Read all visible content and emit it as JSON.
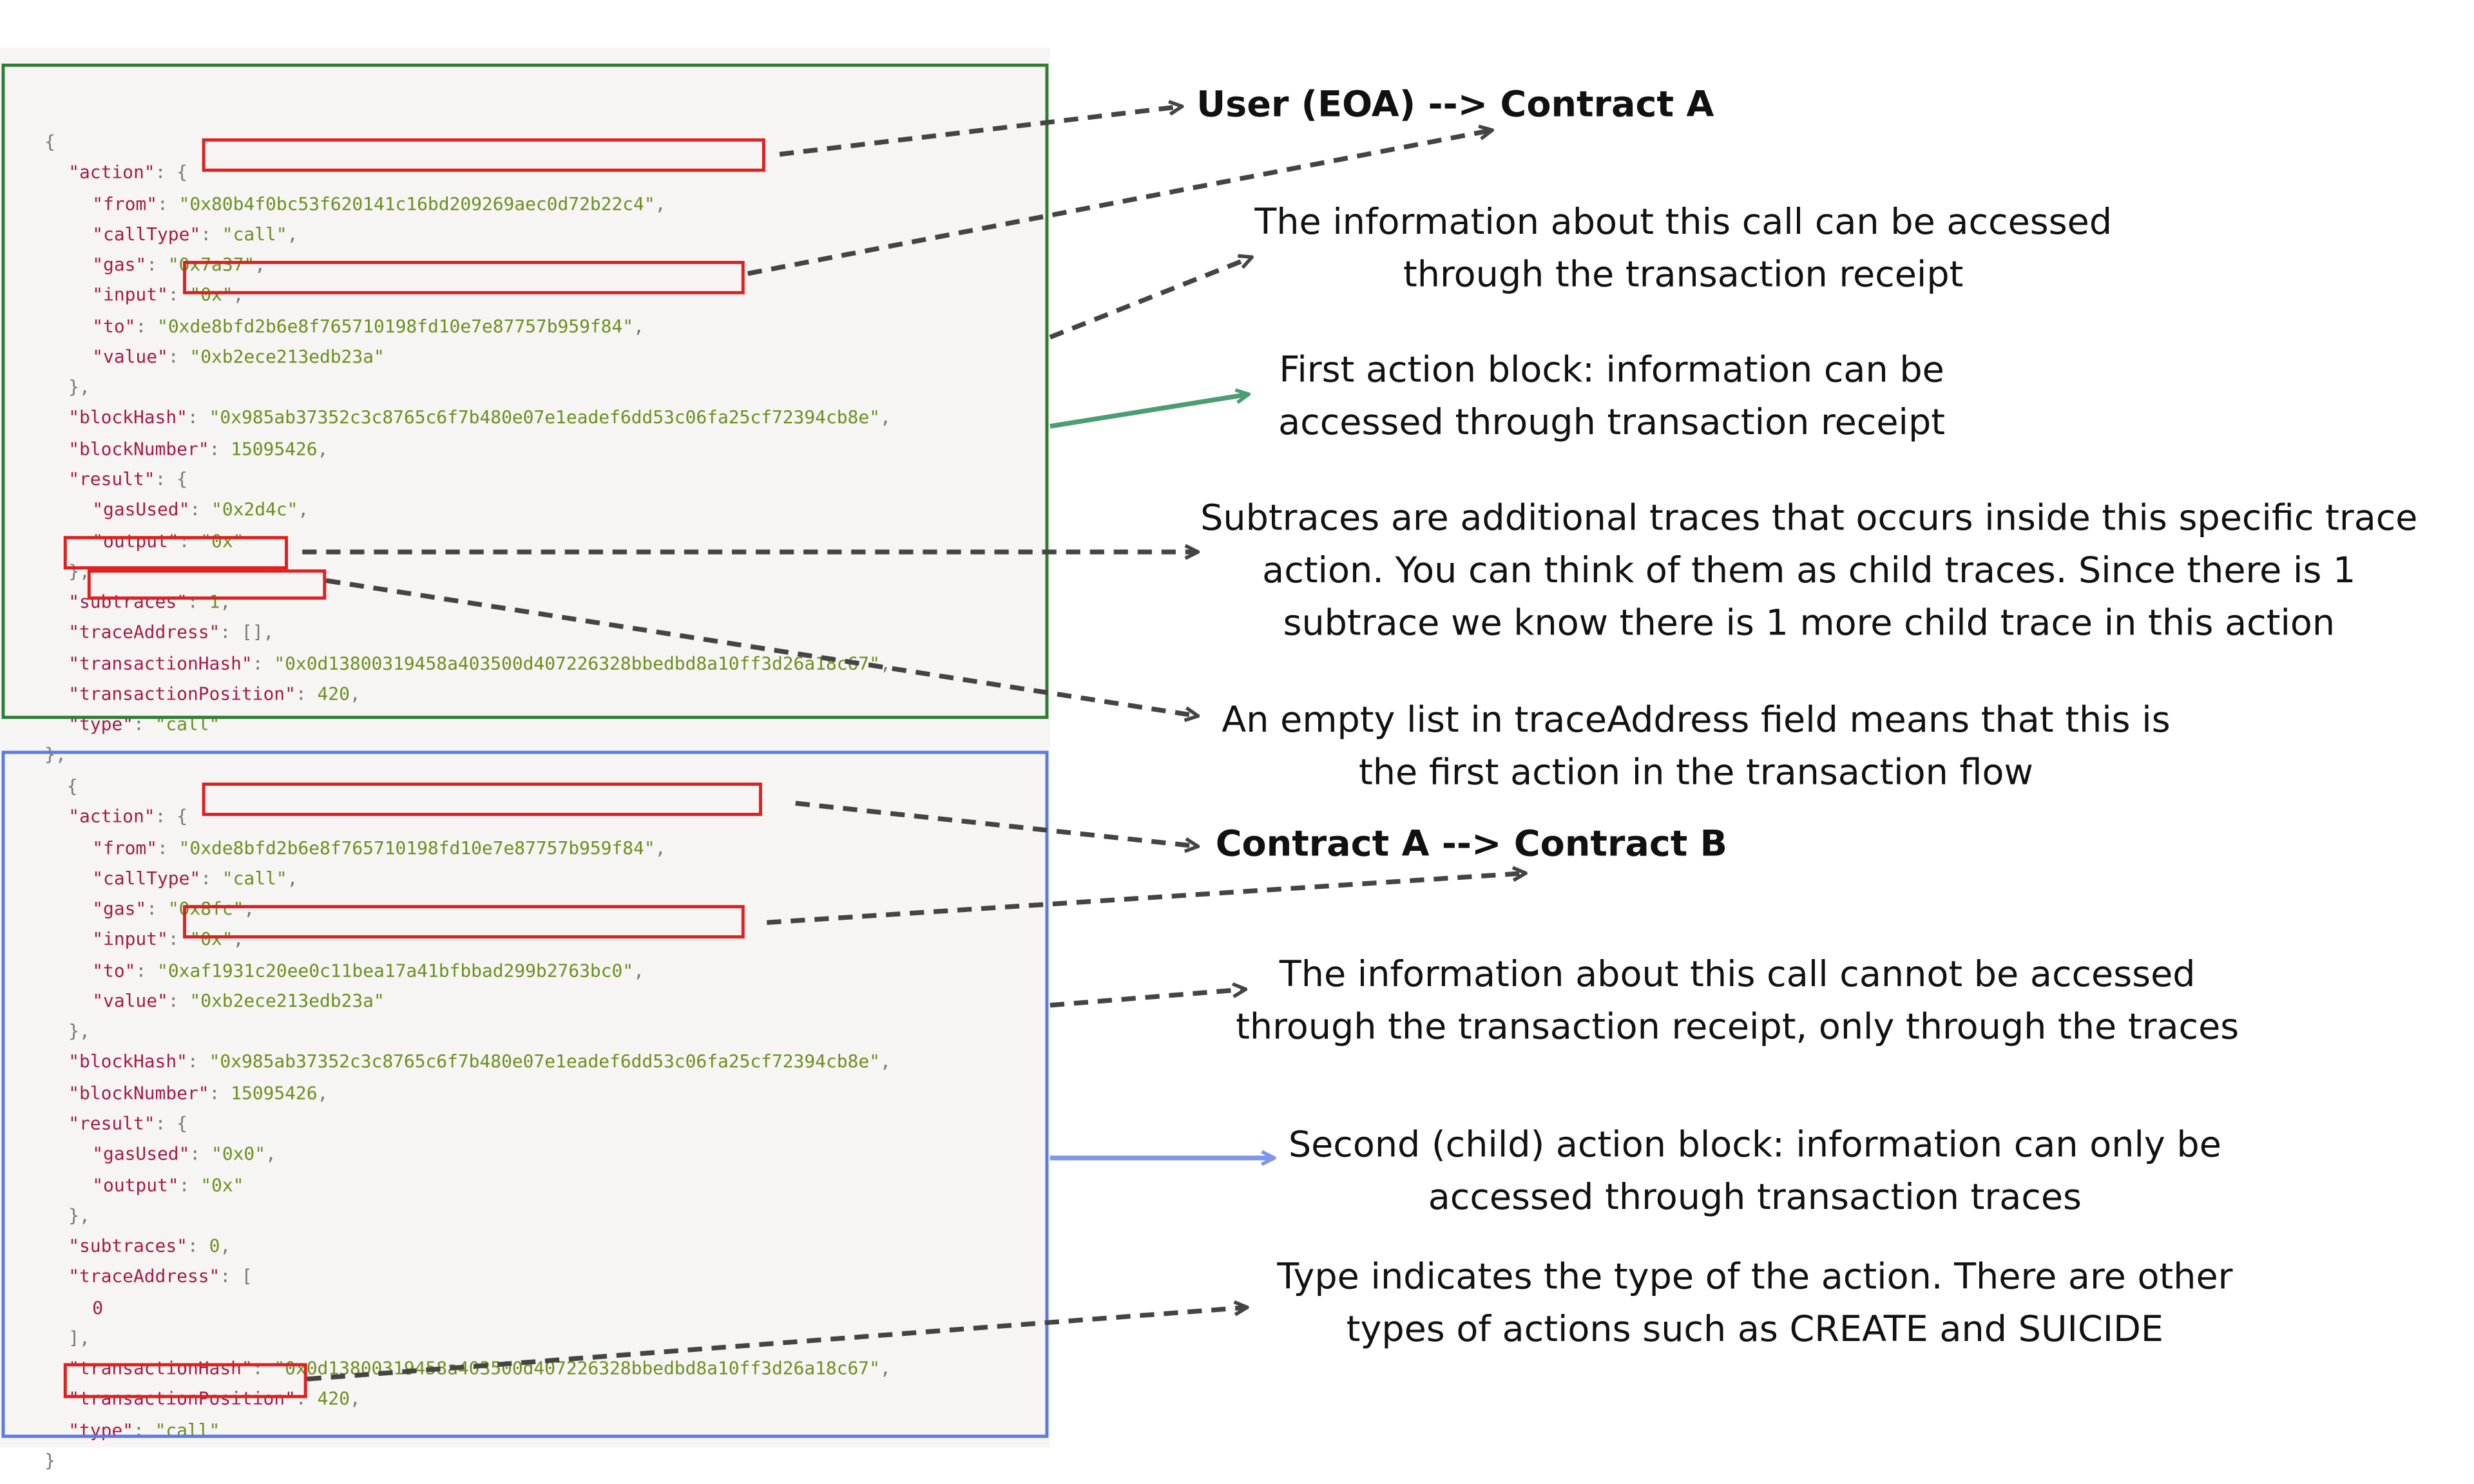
{
  "code": {
    "trace1": [
      {
        "kind": "open",
        "text": "{"
      },
      {
        "kind": "obj",
        "key": "action"
      },
      {
        "kind": "kv",
        "key": "from",
        "value": "0x80b4f0bc53f620141c16bd209269aec0d72b22c4"
      },
      {
        "kind": "kv",
        "key": "callType",
        "value": "call"
      },
      {
        "kind": "kv",
        "key": "gas",
        "value": "0x7a37"
      },
      {
        "kind": "kv",
        "key": "input",
        "value": "0x"
      },
      {
        "kind": "kv",
        "key": "to",
        "value": "0xde8bfd2b6e8f765710198fd10e7e87757b959f84"
      },
      {
        "kind": "kv",
        "key": "value",
        "value": "0xb2ece213edb23a",
        "last": true
      },
      {
        "kind": "close",
        "text": "},"
      },
      {
        "kind": "kv",
        "key": "blockHash",
        "value": "0x985ab37352c3c8765c6f7b480e07e1eadef6dd53c06fa25cf72394cb8e"
      },
      {
        "kind": "kn",
        "key": "blockNumber",
        "value": "15095426"
      },
      {
        "kind": "obj",
        "key": "result"
      },
      {
        "kind": "kv",
        "key": "gasUsed",
        "value": "0x2d4c"
      },
      {
        "kind": "kv",
        "key": "output",
        "value": "0x",
        "last": true
      },
      {
        "kind": "close",
        "text": "},"
      },
      {
        "kind": "kn",
        "key": "subtraces",
        "value": "1"
      },
      {
        "kind": "kr",
        "key": "traceAddress",
        "value": "[]"
      },
      {
        "kind": "kv",
        "key": "transactionHash",
        "value": "0x0d13800319458a403500d407226328bbedbd8a10ff3d26a18c67"
      },
      {
        "kind": "kn",
        "key": "transactionPosition",
        "value": "420"
      },
      {
        "kind": "kv",
        "key": "type",
        "value": "call",
        "last": true
      },
      {
        "kind": "close",
        "text": "},"
      }
    ],
    "trace2": [
      {
        "kind": "open",
        "text": "{"
      },
      {
        "kind": "obj",
        "key": "action"
      },
      {
        "kind": "kv",
        "key": "from",
        "value": "0xde8bfd2b6e8f765710198fd10e7e87757b959f84"
      },
      {
        "kind": "kv",
        "key": "callType",
        "value": "call"
      },
      {
        "kind": "kv",
        "key": "gas",
        "value": "0x8fc"
      },
      {
        "kind": "kv",
        "key": "input",
        "value": "0x"
      },
      {
        "kind": "kv",
        "key": "to",
        "value": "0xaf1931c20ee0c11bea17a41bfbbad299b2763bc0"
      },
      {
        "kind": "kv",
        "key": "value",
        "value": "0xb2ece213edb23a",
        "last": true
      },
      {
        "kind": "close",
        "text": "},"
      },
      {
        "kind": "kv",
        "key": "blockHash",
        "value": "0x985ab37352c3c8765c6f7b480e07e1eadef6dd53c06fa25cf72394cb8e"
      },
      {
        "kind": "kn",
        "key": "blockNumber",
        "value": "15095426"
      },
      {
        "kind": "obj",
        "key": "result"
      },
      {
        "kind": "kv",
        "key": "gasUsed",
        "value": "0x0"
      },
      {
        "kind": "kv",
        "key": "output",
        "value": "0x",
        "last": true
      },
      {
        "kind": "close",
        "text": "},"
      },
      {
        "kind": "kn",
        "key": "subtraces",
        "value": "0"
      },
      {
        "kind": "arr",
        "key": "traceAddress"
      },
      {
        "kind": "num",
        "value": "0"
      },
      {
        "kind": "close",
        "text": "],"
      },
      {
        "kind": "kv",
        "key": "transactionHash",
        "value": "0x0d13800319458a403500d407226328bbedbd8a10ff3d26a18c67"
      },
      {
        "kind": "kn",
        "key": "transactionPosition",
        "value": "420"
      },
      {
        "kind": "kv",
        "key": "type",
        "value": "call",
        "last": true
      },
      {
        "kind": "close",
        "text": "}"
      }
    ]
  },
  "annotations": {
    "user_to_contract_a": "User (EOA) --> Contract A",
    "receipt_access": "The information about this call can be accessed through the transaction receipt",
    "first_action_block": "First action block: information can be accessed through transaction receipt",
    "subtraces_explanation": "Subtraces are additional traces that occurs inside this specific trace action. You can think of them as child traces. Since there is 1 subtrace we know there is 1 more child trace in this action",
    "empty_trace_address": "An empty list in traceAddress field means that this is the first action in the transaction flow",
    "contract_a_to_b": "Contract A --> Contract B",
    "traces_only_access": "The information about this call cannot be accessed through the transaction receipt, only through the traces",
    "second_action_block": "Second (child) action block: information can only be accessed through transaction traces",
    "type_explanation": "Type indicates the type of the action. There are other types of actions such as CREATE and SUICIDE"
  },
  "colors": {
    "first_block_border": "#2e7d32",
    "second_block_border": "#5b7be3",
    "highlight_border": "#e02020",
    "key_text": "#a61b48",
    "value_text": "#6c8f1f",
    "dashed_arrow": "#444444",
    "green_arrow": "#4a9e72",
    "blue_arrow": "#7f96ea"
  }
}
